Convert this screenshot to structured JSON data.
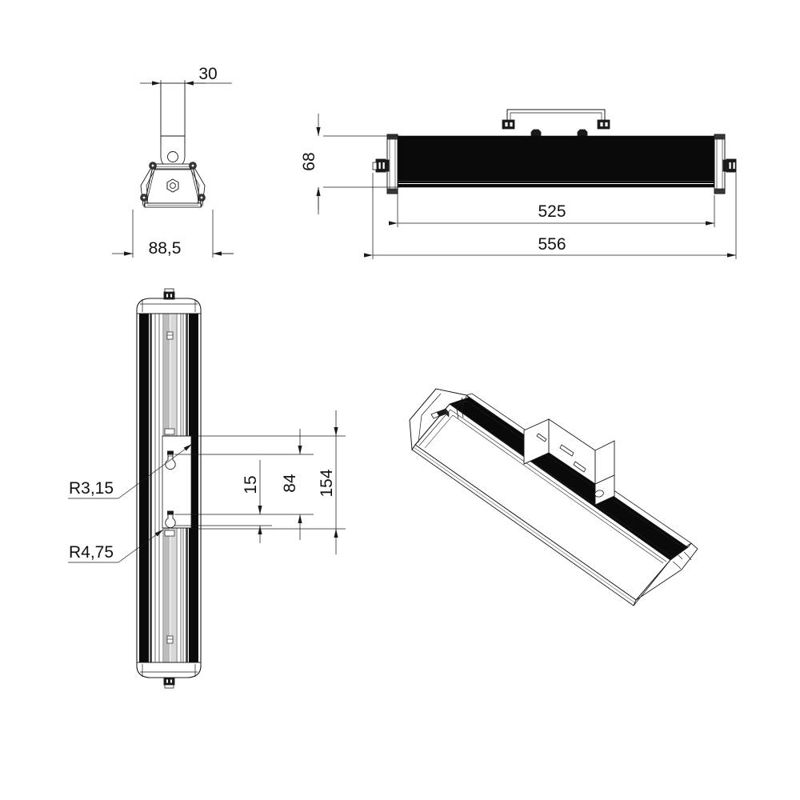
{
  "drawing": {
    "title": "Linear LED luminaire dimensional drawing",
    "units": "mm",
    "line_color": "#1a1a1a",
    "body_fill": "#0a0a0a",
    "housing_fill": "#ffffff",
    "background": "#ffffff"
  },
  "views": {
    "end_view": {
      "name": "end-view",
      "dimensions": {
        "bracket_width": "30",
        "body_width": "88,5"
      }
    },
    "front_view": {
      "name": "front-elevation-view",
      "dimensions": {
        "height": "68",
        "body_length": "525",
        "overall_length": "556"
      }
    },
    "side_view": {
      "name": "side-plan-view",
      "dimensions": {
        "slot_spacing_small": "15",
        "slot_spacing_mid": "84",
        "slot_spacing_overall": "154"
      },
      "leaders": {
        "radius_small": "R3,15",
        "radius_large": "R4,75"
      }
    },
    "iso_view": {
      "name": "isometric-view"
    }
  },
  "labels": {
    "d30": "30",
    "d885": "88,5",
    "d68": "68",
    "d525": "525",
    "d556": "556",
    "d15": "15",
    "d84": "84",
    "d154": "154",
    "r315": "R3,15",
    "r475": "R4,75"
  }
}
